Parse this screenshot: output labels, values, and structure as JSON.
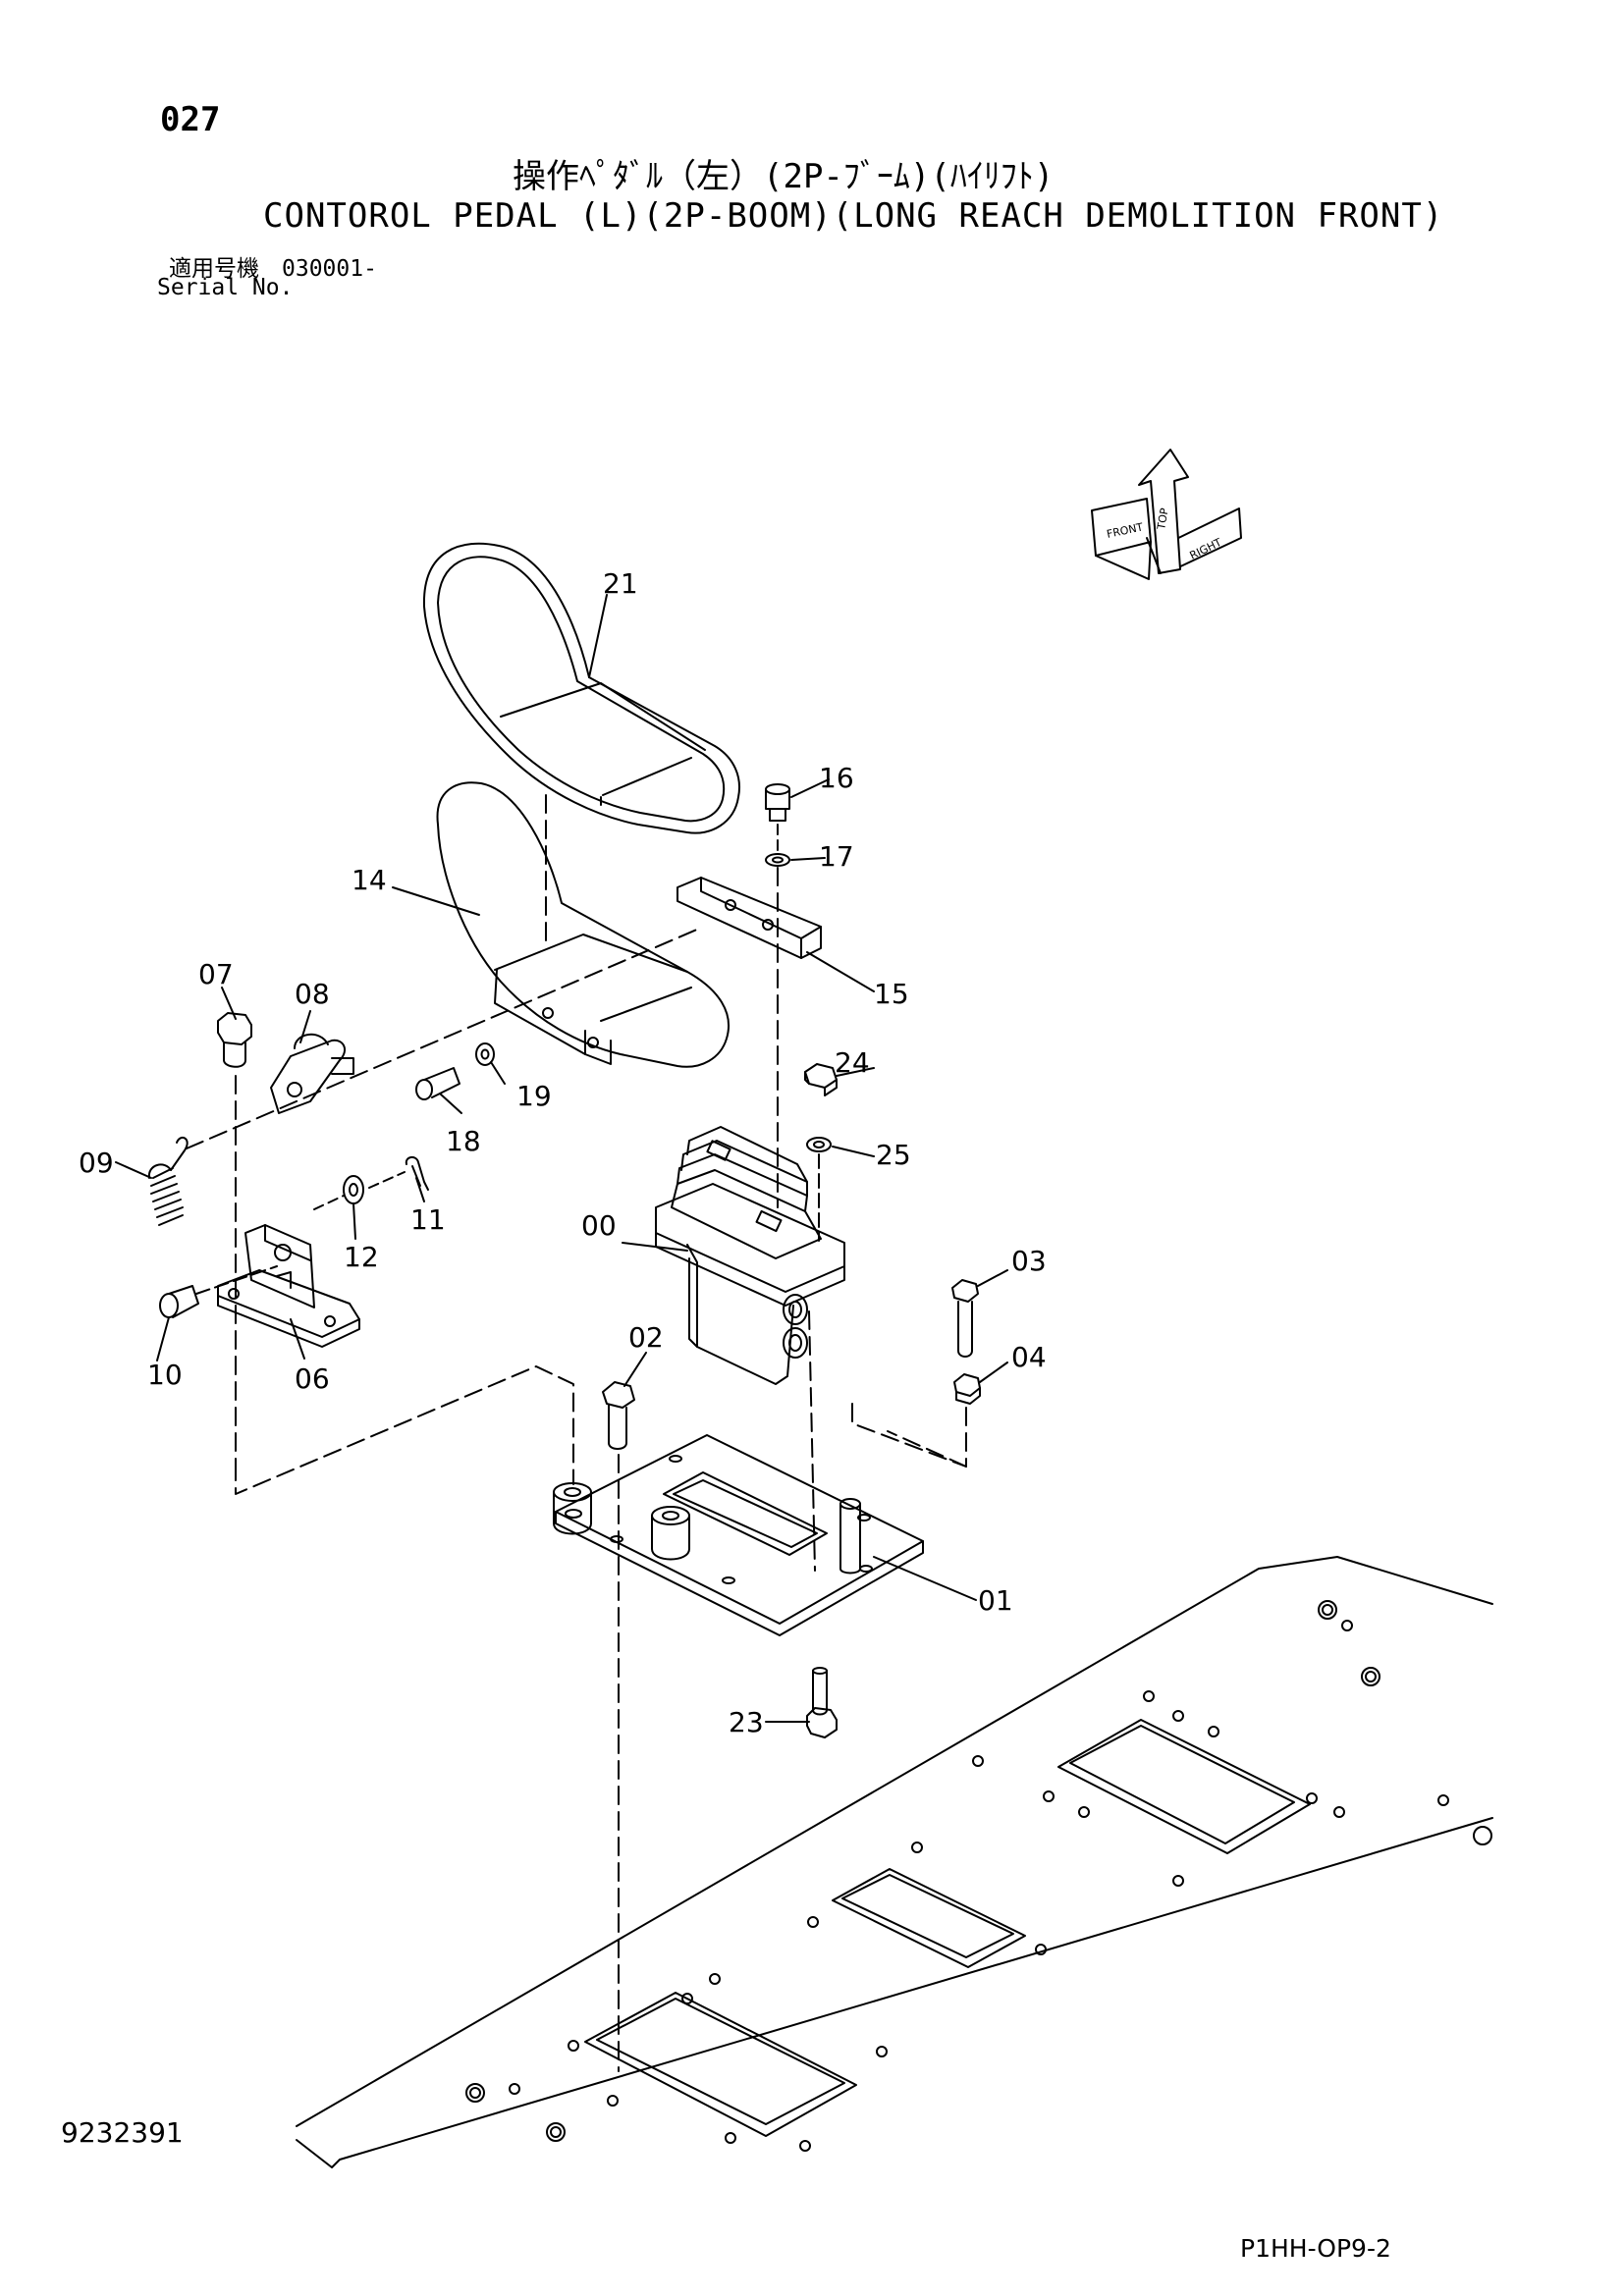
{
  "header": {
    "page_no": "027",
    "title_jp": "操作ﾍﾟﾀﾞﾙ（左）(2P-ﾌﾞｰﾑ)(ﾊｲﾘﾌﾄ)",
    "title_en": "CONTOROL PEDAL (L)(2P-BOOM)(LONG REACH DEMOLITION FRONT)",
    "serial_label_jp": "適用号機　030001-",
    "serial_label_en": "Serial No."
  },
  "footer": {
    "doc_no": "9232391",
    "ref_code": "P1HH-OP9-2"
  },
  "orientation_arrow": {
    "labels": [
      "TOP",
      "FRONT",
      "RIGHT"
    ]
  },
  "parts": {
    "p00": "00",
    "p01": "01",
    "p02": "02",
    "p03": "03",
    "p04": "04",
    "p06": "06",
    "p07": "07",
    "p08": "08",
    "p09": "09",
    "p10": "10",
    "p11": "11",
    "p12": "12",
    "p14": "14",
    "p15": "15",
    "p16": "16",
    "p17": "17",
    "p18": "18",
    "p19": "19",
    "p21": "21",
    "p23": "23",
    "p24": "24",
    "p25": "25"
  }
}
